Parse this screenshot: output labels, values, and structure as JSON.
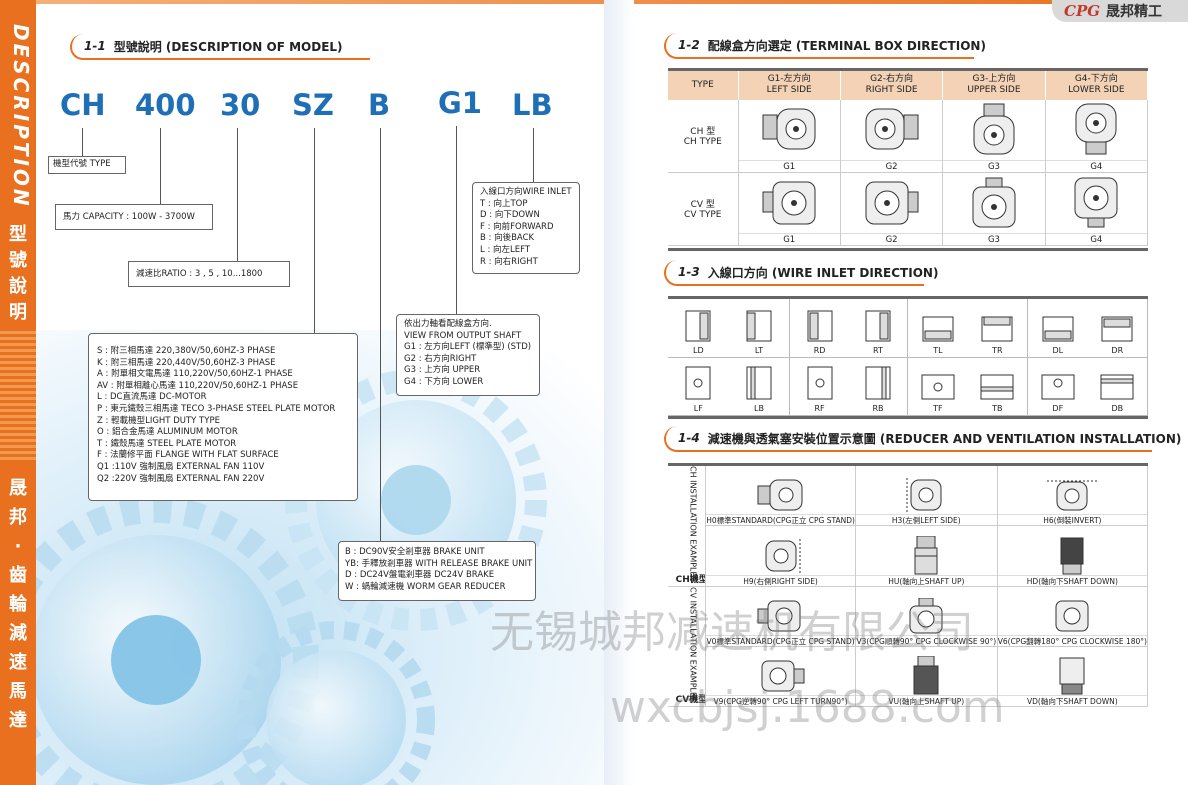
{
  "brand": {
    "logo": "CPG",
    "company": "晟邦精工"
  },
  "spine": {
    "en": "DESCRIPTION",
    "cn_top": [
      "型",
      "號",
      "說",
      "明"
    ],
    "cn_bottom": [
      "晟",
      "邦",
      "‧",
      "齒",
      "輪",
      "減",
      "速",
      "馬",
      "達"
    ]
  },
  "s11": {
    "num": "1-1",
    "title": "型號說明 (DESCRIPTION OF MODEL)",
    "codes": [
      "CH",
      "400",
      "30",
      "SZ",
      "B",
      "G1",
      "LB"
    ],
    "type_box": "機型代號 TYPE",
    "capacity_box": "馬力 CAPACITY : 100W - 3700W",
    "ratio_box": "減速比RATIO : 3 , 5 , 10...1800",
    "motor_lines": [
      "S  : 附三相馬達 220,380V/50,60HZ-3 PHASE",
      "K  : 附三相馬達 220,440V/50,60HZ-3 PHASE",
      "A  : 附單相文電馬達 110,220V/50,60HZ-1 PHASE",
      "AV : 附單相離心馬達 110,220V/50,60HZ-1 PHASE",
      "L  : DC直流馬達 DC-MOTOR",
      "P  : 東元鐵殼三相馬達 TECO 3-PHASE STEEL PLATE MOTOR",
      "Z  : 輕載機型LIGHT DUTY TYPE",
      "O  : 鋁合金馬達 ALUMINUM MOTOR",
      "T  : 鐵殼馬達  STEEL PLATE MOTOR",
      "F  : 法蘭修平面  FLANGE WITH FLAT SURFACE",
      "Q1 :110V 強制風扇 EXTERNAL FAN 110V",
      "Q2 :220V 強制風扇 EXTERNAL FAN 220V"
    ],
    "brake_lines": [
      "B : DC90V安全剎車器 BRAKE UNIT",
      "YB: 手釋放剎車器 WITH RELEASE BRAKE UNIT",
      "D : DC24V盤電剎車器 DC24V BRAKE",
      "W : 蝸輪減速機 WORM GEAR REDUCER"
    ],
    "shaft_lines": [
      "依出力軸看配線盒方向.",
      "VIEW FROM OUTPUT SHAFT",
      "G1 : 左方向LEFT (標準型) (STD)",
      "G2 : 右方向RIGHT",
      "G3 : 上方向 UPPER",
      "G4 : 下方向 LOWER"
    ],
    "wire_lines": [
      "入線口方向WIRE INLET",
      "T : 向上TOP",
      "D : 向下DOWN",
      "F : 向前FORWARD",
      "B : 向後BACK",
      "L : 向左LEFT",
      "R : 向右RIGHT"
    ]
  },
  "s12": {
    "num": "1-2",
    "title": "配線盒方向選定 (TERMINAL BOX DIRECTION)",
    "headers": [
      {
        "cn": "TYPE",
        "en": ""
      },
      {
        "cn": "G1-左方向",
        "en": "LEFT SIDE"
      },
      {
        "cn": "G2-右方向",
        "en": "RIGHT SIDE"
      },
      {
        "cn": "G3-上方向",
        "en": "UPPER SIDE"
      },
      {
        "cn": "G4-下方向",
        "en": "LOWER SIDE"
      }
    ],
    "rows": [
      {
        "cn": "CH 型",
        "en": "CH TYPE",
        "caps": [
          "G1",
          "G2",
          "G3",
          "G4"
        ]
      },
      {
        "cn": "CV 型",
        "en": "CV TYPE",
        "caps": [
          "G1",
          "G2",
          "G3",
          "G4"
        ]
      }
    ]
  },
  "s13": {
    "num": "1-3",
    "title": "入線口方向 (WIRE INLET DIRECTION)",
    "row1": [
      [
        "LD",
        "LT"
      ],
      [
        "RD",
        "RT"
      ],
      [
        "TL",
        "TR"
      ],
      [
        "DL",
        "DR"
      ]
    ],
    "row2": [
      [
        "LF",
        "LB"
      ],
      [
        "RF",
        "RB"
      ],
      [
        "TF",
        "TB"
      ],
      [
        "DF",
        "DB"
      ]
    ]
  },
  "s14": {
    "num": "1-4",
    "title": "減速機與透氣塞安裝位置示意圖 (REDUCER AND VENTILATION INSTALLATION)",
    "ch_cn": "CH機型安裝範例",
    "ch_en": "CH INSTALLATION EXAMPLES",
    "cv_cn": "CV機型安裝範例",
    "cv_en": "CV INSTALLATION EXAMPLES",
    "ch_caps": [
      "H0標準STANDARD(CPG正立 CPG STAND)",
      "H3(左側LEFT SIDE)",
      "H6(倒裝INVERT)",
      "H9(右側RIGHT SIDE)",
      "HU(軸向上SHAFT UP)",
      "HD(軸向下SHAFT DOWN)"
    ],
    "cv_caps": [
      "V0標準STANDARD(CPG正立 CPG STAND)",
      "V3(CPG順轉90° CPG CLOCKWISE 90°)",
      "V6(CPG翻轉180° CPG CLOCKWISE 180°)",
      "V9(CPG逆轉90° CPG LEFT TURN90°)",
      "VU(軸向上SHAFT UP)",
      "VD(軸向下SHAFT DOWN)"
    ]
  },
  "watermark": {
    "line1": "无锡城邦减速机有限公司",
    "line2": "wxcbjsj.1688.com"
  }
}
